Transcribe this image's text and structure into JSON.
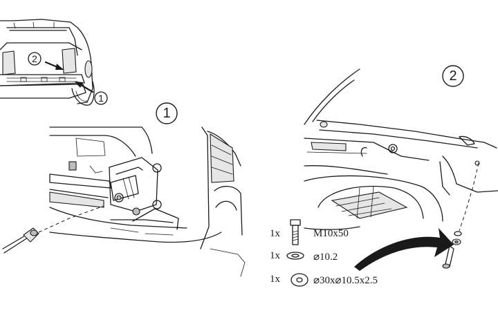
{
  "callouts": {
    "overview_1": "1",
    "overview_2": "2",
    "step_1": "1",
    "step_2": "2"
  },
  "parts": [
    {
      "qty": "1x",
      "name": "M10x50",
      "icon": "bolt-icon"
    },
    {
      "qty": "1x",
      "name": "⌀10.2",
      "icon": "washer-small-icon"
    },
    {
      "qty": "1x",
      "name": "⌀30x⌀10.5x2.5",
      "icon": "washer-large-icon"
    }
  ]
}
